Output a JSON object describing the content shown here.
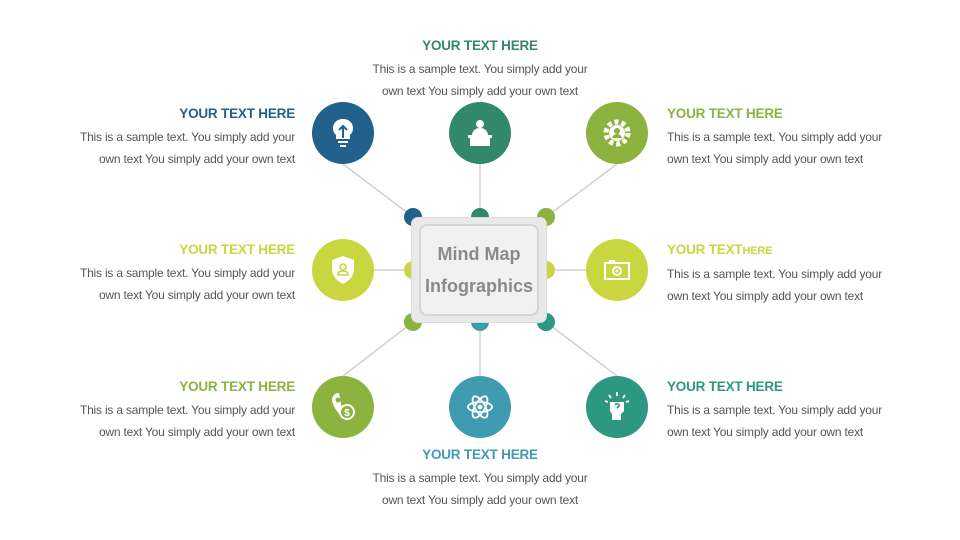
{
  "center": {
    "line1": "Mind Map",
    "line2": "Infographics"
  },
  "colors": {
    "dark_blue": "#21618c",
    "dark_green": "#33876b",
    "olive_green": "#8cb23f",
    "lime": "#c9d640",
    "teal": "#2e9782",
    "sky_teal": "#3f9bb2",
    "text_gray": "#555555",
    "line_gray": "#d0d0d0"
  },
  "nodes": [
    {
      "id": "top-left",
      "icon": "brain-lightbulb-icon",
      "title": "YOUR TEXT HERE",
      "line1": "This is a sample text.  You simply add your",
      "line2": "own text  You simply add your own text"
    },
    {
      "id": "top",
      "icon": "presenter-podium-icon",
      "title": "YOUR TEXT HERE",
      "line1": "This is a sample text.  You simply add your",
      "line2": "own text  You simply add your own text"
    },
    {
      "id": "top-right",
      "icon": "gear-user-icon",
      "title": "YOUR TEXT HERE",
      "line1": "This is a sample text.  You simply add your",
      "line2": "own text  You simply add your own text"
    },
    {
      "id": "left",
      "icon": "shield-user-icon",
      "title": "YOUR TEXT HERE",
      "line1": "This is a sample text.  You simply add your",
      "line2": "own text  You simply add your own text"
    },
    {
      "id": "right",
      "icon": "camera-icon",
      "title_main": "YOUR TEXT",
      "title_small": "HERE",
      "line1": "This is a sample text.  You simply add your",
      "line2": "own text  You simply add your own text"
    },
    {
      "id": "bottom-left",
      "icon": "location-dollar-icon",
      "title": "YOUR TEXT HERE",
      "line1": "This is a sample text.  You simply add your",
      "line2": "own text  You simply add your own text"
    },
    {
      "id": "bottom",
      "icon": "atom-icon",
      "title": "YOUR TEXT HERE",
      "line1": "This is a sample text.  You simply add your",
      "line2": "own text  You simply add your own text"
    },
    {
      "id": "bottom-right",
      "icon": "fist-idea-icon",
      "title": "YOUR TEXT HERE",
      "line1": "This is a sample text.  You simply add your",
      "line2": "own text  You simply add your own text"
    }
  ]
}
